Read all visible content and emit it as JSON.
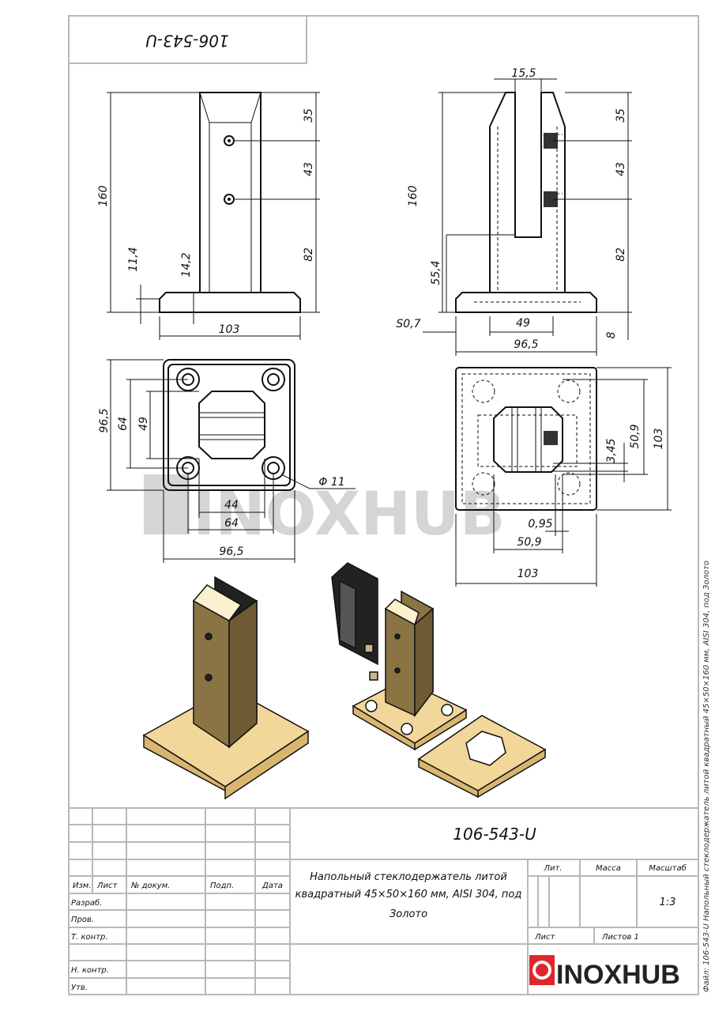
{
  "drawing": {
    "code_top": "106-543-U",
    "watermark": "INOXHUB",
    "side_note": "Файл: 106-543-U Напольный стеклодержатель литой квадратный 45×50×160 мм, AISI 304, под Золото"
  },
  "front_view": {
    "height": "160",
    "d35": "35",
    "d43": "43",
    "d82": "82",
    "d11_4": "11,4",
    "d14_2": "14,2",
    "width": "103"
  },
  "side_view": {
    "slot": "15,5",
    "height": "160",
    "d55_4": "55,4",
    "d35": "35",
    "d43": "43",
    "d82": "82",
    "d8": "8",
    "s": "S0,7",
    "d49": "49",
    "d96_5": "96,5"
  },
  "top_view": {
    "h96_5": "96,5",
    "h64": "64",
    "h49": "49",
    "hole": "Φ 11",
    "w44": "44",
    "w64": "64",
    "w96_5": "96,5"
  },
  "bottom_view": {
    "h103": "103",
    "h50_9": "50,9",
    "h3_45": "3,45",
    "w0_95": "0,95",
    "w50_9": "50,9",
    "w103": "103"
  },
  "colors": {
    "gold": "#f2d79a",
    "bronze": "#8a7444",
    "glass": "#222222",
    "logo_red": "#e0262b"
  },
  "title_block": {
    "designation": "106-543-U",
    "description": [
      "Напольный стеклодержатель литой",
      "квадратный 45×50×160 мм, AISI 304, под",
      "Золото"
    ],
    "headers": {
      "izm": "Изм.",
      "list": "Лист",
      "doc": "№ докум.",
      "podp": "Подп.",
      "date": "Дата"
    },
    "roles": [
      "Разраб.",
      "Пров.",
      "Т. контр.",
      "",
      "Н. контр.",
      "Утв."
    ],
    "lit": "Лит.",
    "mass": "Масса",
    "scale_label": "Масштаб",
    "scale": "1:3",
    "sheet": "Лист",
    "sheets": "Листов 1",
    "logo": "INOXHUB"
  }
}
